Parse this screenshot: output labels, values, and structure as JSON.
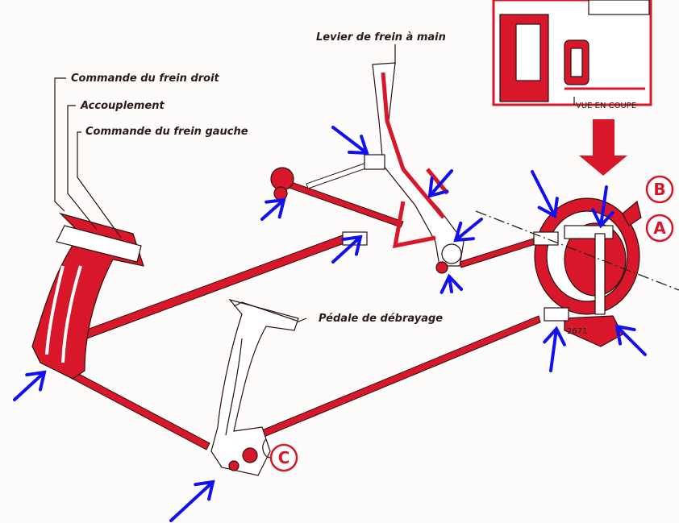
{
  "labels": {
    "hand_brake_lever": "Levier de frein à main",
    "right_brake_control": "Commande du frein droit",
    "coupling": "Accouplement",
    "left_brake_control": "Commande du frein gauche",
    "clutch_pedal": "Pédale de débrayage",
    "section_view": "VUE EN COUPE",
    "figure_number": "2671"
  },
  "markers": {
    "a": "A",
    "b": "B",
    "c": "C"
  },
  "colors": {
    "part": "#d8182a",
    "annotation_arrow": "#1010f0",
    "outline": "#2a1010"
  }
}
